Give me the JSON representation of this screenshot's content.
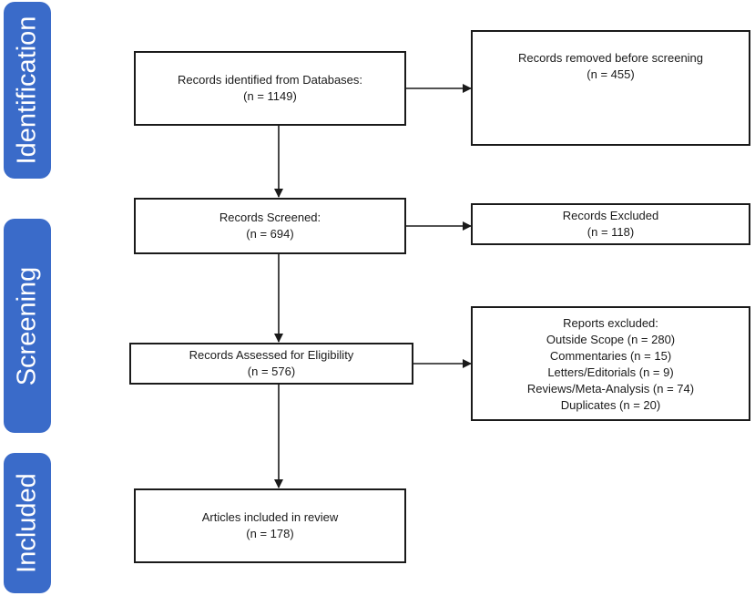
{
  "stages": {
    "identification": "Identification",
    "screening": "Screening",
    "included": "Included"
  },
  "identified": {
    "label": "Records identified from Databases:",
    "count": "(n = 1149)"
  },
  "removed": {
    "label": "Records removed before screening",
    "count": "(n = 455)"
  },
  "screened": {
    "label": "Records Screened:",
    "count": "(n = 694)"
  },
  "excluded_records": {
    "label": "Records Excluded",
    "count": "(n = 118)"
  },
  "assessed": {
    "label": "Records Assessed for Eligibility",
    "count": "(n = 576)"
  },
  "reports_excluded": {
    "heading": "Reports excluded:",
    "items": [
      "Outside Scope (n = 280)",
      "Commentaries (n =  15)",
      "Letters/Editorials  (n = 9)",
      "Reviews/Meta-Analysis (n = 74)",
      "Duplicates (n = 20)"
    ]
  },
  "included": {
    "label": "Articles included in review",
    "count": "(n = 178)"
  }
}
